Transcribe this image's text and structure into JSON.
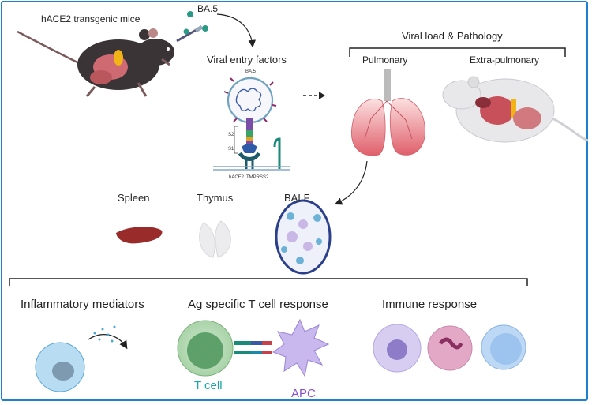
{
  "header": {
    "mice_label": "hACE2 transgenic mice",
    "virus_label": "BA.5",
    "entry_title": "Viral entry factors",
    "viral_load_title": "Viral load & Pathology",
    "pulmonary_label": "Pulmonary",
    "extra_pulmonary_label": "Extra-pulmonary"
  },
  "entry_diagram": {
    "virion_label": "BA.5",
    "s2_label": "S2",
    "s1_label": "S1",
    "hace2_label": "hACE2",
    "tmprss2_label": "TMPRSS2"
  },
  "organs": {
    "spleen_label": "Spleen",
    "thymus_label": "Thymus",
    "balf_label": "BALF"
  },
  "responses": {
    "inflammatory_label": "Inflammatory mediators",
    "ag_specific_label": "Ag specific T cell response",
    "immune_label": "Immune response",
    "t_cell_label": "T cell",
    "apc_label": "APC"
  },
  "colors": {
    "frame": "#1f7fd0",
    "t_cell_label": "#1aa6a6",
    "apc_label": "#8a4fc8",
    "lung": "#e8707a",
    "spleen": "#9a2b2b"
  }
}
